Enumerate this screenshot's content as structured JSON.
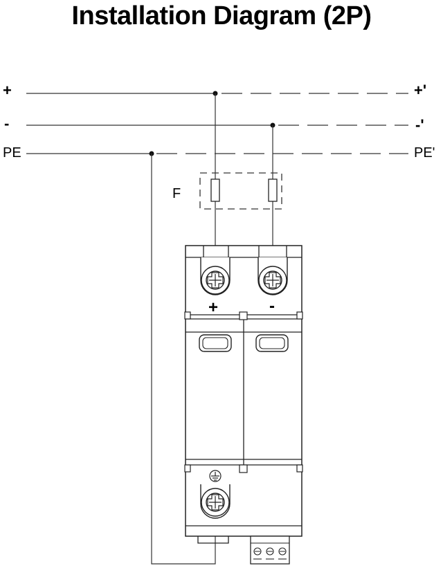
{
  "title": "Installation Diagram (2P)",
  "lines": {
    "plus": {
      "in": "+",
      "out": "+'"
    },
    "minus": {
      "in": "-",
      "out": "-'"
    },
    "pe": {
      "in": "PE",
      "out": "PE'"
    }
  },
  "fuse_label": "F",
  "device": {
    "pole_plus": "+",
    "pole_minus": "-",
    "ground_icon": "earth-ground-icon"
  }
}
